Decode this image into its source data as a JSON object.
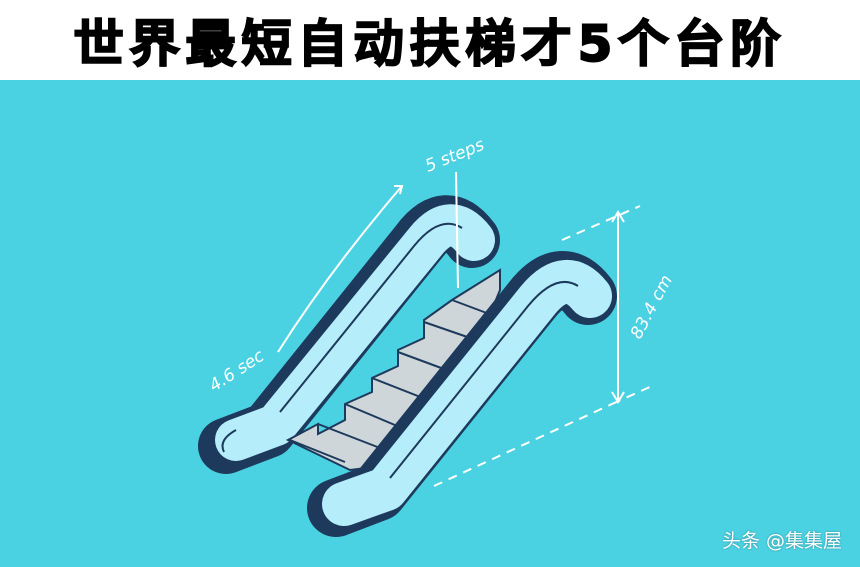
{
  "title": "世界最短自动扶梯才5个台阶",
  "illustration": {
    "steps_label": "5 steps",
    "time_label": "4.6 sec",
    "height_label": "83.4 cm",
    "colors": {
      "background": "#4bd2e2",
      "rail_outline": "#1d3a5c",
      "rail_fill": "#b5eefa",
      "steps": "#cfd6da"
    }
  },
  "watermark": "头条 @集集屋"
}
